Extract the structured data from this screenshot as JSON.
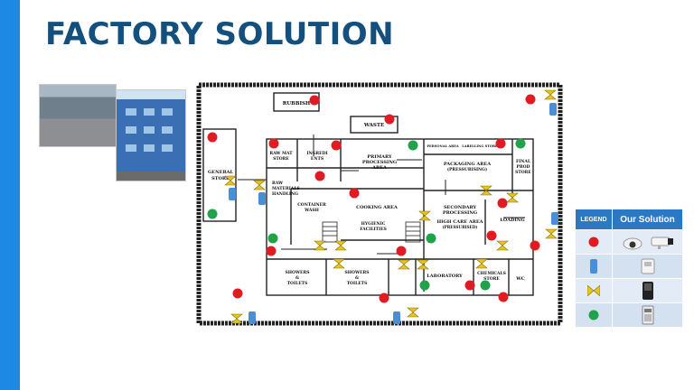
{
  "slide": {
    "title": "FACTORY SOLUTION"
  },
  "plan": {
    "rooms": {
      "rubbish": "RUBBISH",
      "waste": "WASTE",
      "general_store": [
        "GENERAL",
        "STORE"
      ],
      "raw_mat_store": [
        "RAW MAT",
        "STORE"
      ],
      "ingredients": [
        "INGREDI",
        "ENTS"
      ],
      "primary": [
        "PRIMARY",
        "PROCESSING",
        "AREA"
      ],
      "personal": "PERSONAL AREA",
      "labelling": "LABELLING STORE",
      "packaging": [
        "PACKAGING AREA",
        "(PRESSURISING)"
      ],
      "final_prod": [
        "FINAL",
        "PROD",
        "STORE"
      ],
      "raw_handling": [
        "RAW",
        "MATERIALS",
        "HANDLING"
      ],
      "container_wash": [
        "CONTAINER",
        "WASH"
      ],
      "cooking": "COOKING AREA",
      "secondary": [
        "SECONDARY",
        "PROCESSING"
      ],
      "high_care": [
        "HIGH CARE AREA",
        "(PRESSURISED)"
      ],
      "hygienic": [
        "HYGIENIC",
        "FACILITIES"
      ],
      "loading": "LOADING",
      "showers1": [
        "SHOWERS",
        "&",
        "TOILETS"
      ],
      "showers2": [
        "SHOWERS",
        "&",
        "TOILETS"
      ],
      "laboratory": "LABORATORY",
      "chemicals": [
        "CHEMICALS",
        "STORE"
      ],
      "wc": "WC"
    }
  },
  "legend": {
    "col_symbol": "LEGEND",
    "col_solution": "Our Solution",
    "rows": [
      {
        "symbol": "red-dot",
        "solution": "security cameras"
      },
      {
        "symbol": "blue-capsule",
        "solution": "access reader"
      },
      {
        "symbol": "yellow-valve",
        "solution": "door terminal"
      },
      {
        "symbol": "green-dot",
        "solution": "control panel"
      }
    ]
  },
  "colors": {
    "accent": "#1e88e5",
    "title": "#13507e",
    "red": "#e11b22",
    "green": "#1fa24a",
    "blue": "#4a8fd6",
    "yellow": "#e8c21e"
  }
}
